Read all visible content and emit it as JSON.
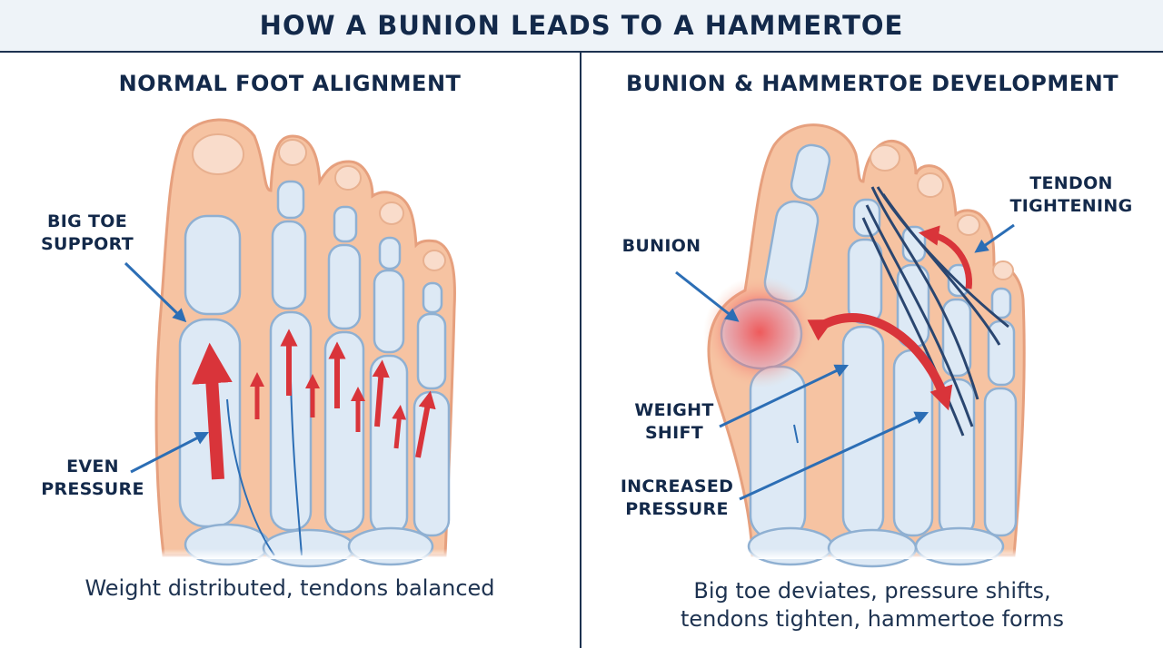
{
  "title": "HOW A BUNION LEADS TO A HAMMERTOE",
  "left_panel": {
    "heading": "NORMAL FOOT ALIGNMENT",
    "labels": {
      "big_toe_support": [
        "BIG TOE",
        "SUPPORT"
      ],
      "even_pressure": [
        "EVEN",
        "PRESSURE"
      ]
    },
    "caption": [
      "Weight distributed, tendons balanced"
    ]
  },
  "right_panel": {
    "heading": "BUNION & HAMMERTOE DEVELOPMENT",
    "labels": {
      "bunion": [
        "BUNION"
      ],
      "tendon_tightening": [
        "TENDON",
        "TIGHTENING"
      ],
      "weight_shift": [
        "WEIGHT",
        "SHIFT"
      ],
      "increased_pressure": [
        "INCREASED",
        "PRESSURE"
      ]
    },
    "caption": [
      "Big toe deviates, pressure shifts,",
      "tendons tighten, hammertoe forms"
    ]
  },
  "colors": {
    "skin": "#f6c3a2",
    "skin_outline": "#e6a07e",
    "bone": "#dde9f5",
    "bone_outline": "#8fb0d2",
    "pressure_arrow": "#d9343a",
    "pointer_arrow": "#2c6eb5",
    "tendon": "#2a4670",
    "inflammation": "#f26060"
  }
}
